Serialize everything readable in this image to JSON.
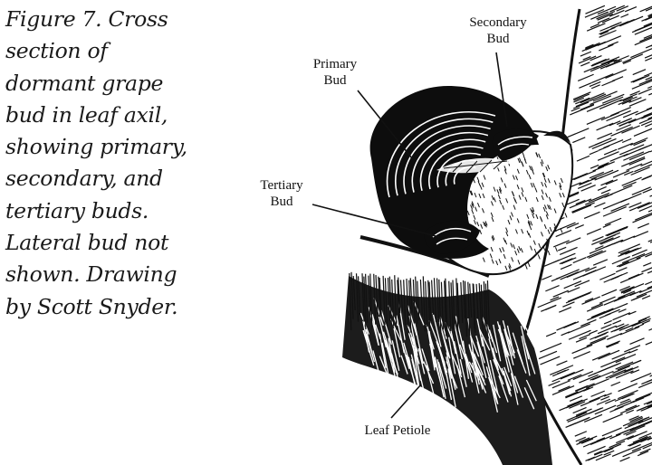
{
  "caption": {
    "lines": [
      "Figure 7. Cross",
      "section of",
      "dormant grape",
      "bud in leaf axil,",
      "showing primary,",
      "secondary, and",
      "tertiary buds.",
      "Lateral bud not",
      "shown. Drawing",
      "by Scott Snyder."
    ]
  },
  "labels": {
    "secondary": [
      "Secondary",
      "Bud"
    ],
    "primary": [
      "Primary",
      "Bud"
    ],
    "tertiary": [
      "Tertiary",
      "Bud"
    ],
    "petiole": "Leaf Petiole"
  },
  "colors": {
    "ink": "#111111",
    "paper": "#ffffff",
    "caption": "#1a1a1a"
  }
}
